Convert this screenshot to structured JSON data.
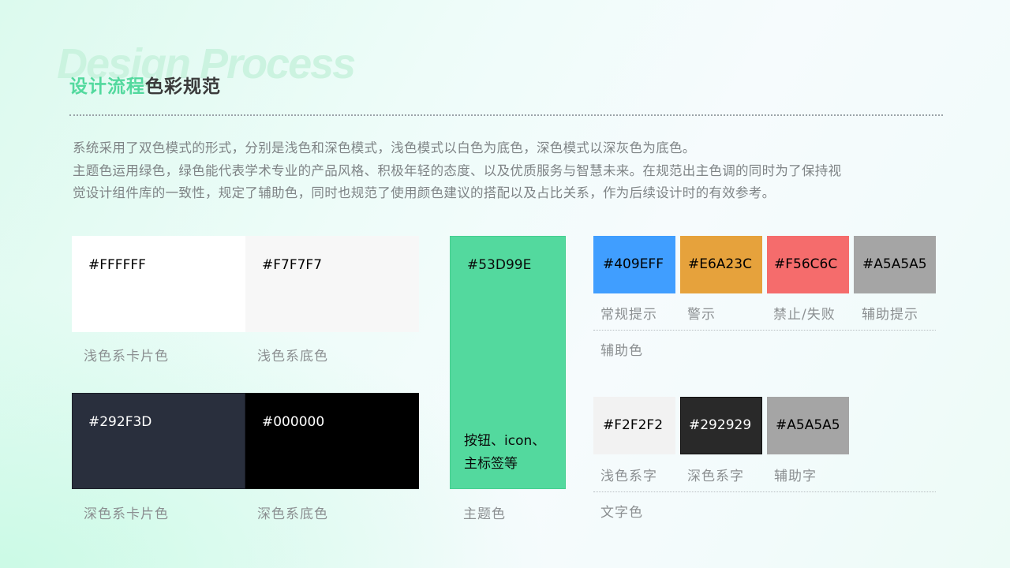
{
  "header": {
    "watermark": "Design Process",
    "title_green": "设计流程",
    "title_dark": "色彩规范"
  },
  "description": {
    "lines": [
      "系统采用了双色模式的形式，分别是浅色和深色模式，浅色模式以白色为底色，深色模式以深灰色为底色。",
      "主题色运用绿色，绿色能代表学术专业的产品风格、积极年轻的态度、以及优质服务与智慧未来。在规范出主色调的同时为了保持视",
      "觉设计组件库的一致性，规定了辅助色，同时也规范了使用颜色建议的搭配以及占比关系，作为后续设计时的有效参考。"
    ]
  },
  "light_mode": {
    "swatches": [
      {
        "hex": "#FFFFFF",
        "color": "#FFFFFF",
        "text_color": "#000000",
        "label": "浅色系卡片色"
      },
      {
        "hex": "#F7F7F7",
        "color": "#F7F7F7",
        "text_color": "#000000",
        "label": "浅色系底色"
      }
    ]
  },
  "dark_mode": {
    "swatches": [
      {
        "hex": "#292F3D",
        "color": "#292F3D",
        "text_color": "#FFFFFF",
        "label": "深色系卡片色"
      },
      {
        "hex": "#000000",
        "color": "#000000",
        "text_color": "#FFFFFF",
        "label": "深色系底色"
      }
    ]
  },
  "theme": {
    "hex": "#53D99E",
    "color": "#53D99E",
    "usage_line1": "按钮、icon、",
    "usage_line2": "主标签等",
    "label": "主题色"
  },
  "auxiliary": {
    "group_label": "辅助色",
    "swatches": [
      {
        "hex": "#409EFF",
        "color": "#409EFF",
        "text_color": "#000000",
        "label": "常规提示"
      },
      {
        "hex": "#E6A23C",
        "color": "#E6A23C",
        "text_color": "#000000",
        "label": "警示"
      },
      {
        "hex": "#F56C6C",
        "color": "#F56C6C",
        "text_color": "#000000",
        "label": "禁止/失败"
      },
      {
        "hex": "#A5A5A5",
        "color": "#A5A5A5",
        "text_color": "#000000",
        "label": "辅助提示"
      }
    ]
  },
  "text_colors": {
    "group_label": "文字色",
    "swatches": [
      {
        "hex": "#F2F2F2",
        "color": "#F2F2F2",
        "text_color": "#000000",
        "label": "浅色系字"
      },
      {
        "hex": "#292929",
        "color": "#292929",
        "text_color": "#FFFFFF",
        "label": "深色系字"
      },
      {
        "hex": "#A5A5A5",
        "color": "#A5A5A5",
        "text_color": "#000000",
        "label": "辅助字"
      }
    ]
  }
}
